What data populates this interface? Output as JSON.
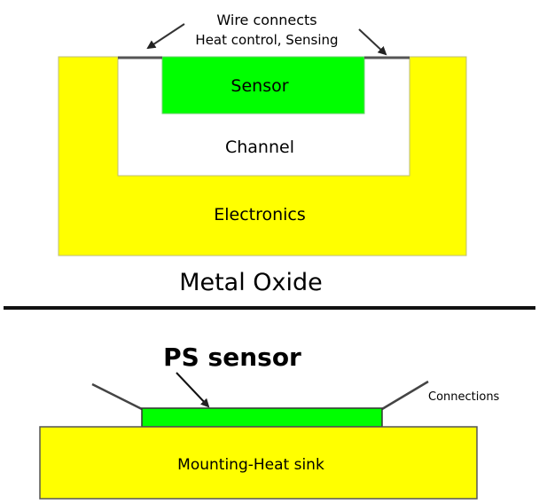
{
  "colors": {
    "electronics": "#ffff00",
    "sensor": "#00ff00",
    "channel": "#ffffff",
    "wire": "#555555",
    "outline": "#999999"
  },
  "metal_oxide": {
    "caption": "Metal Oxide",
    "wire_label_line1": "Wire connects",
    "wire_label_line2": "Heat control, Sensing",
    "sensor_label": "Sensor",
    "channel_label": "Channel",
    "electronics_label": "Electronics"
  },
  "ps_sensor": {
    "title": "PS sensor",
    "connections_label": "Connections",
    "base_label": "Mounting-Heat sink"
  }
}
